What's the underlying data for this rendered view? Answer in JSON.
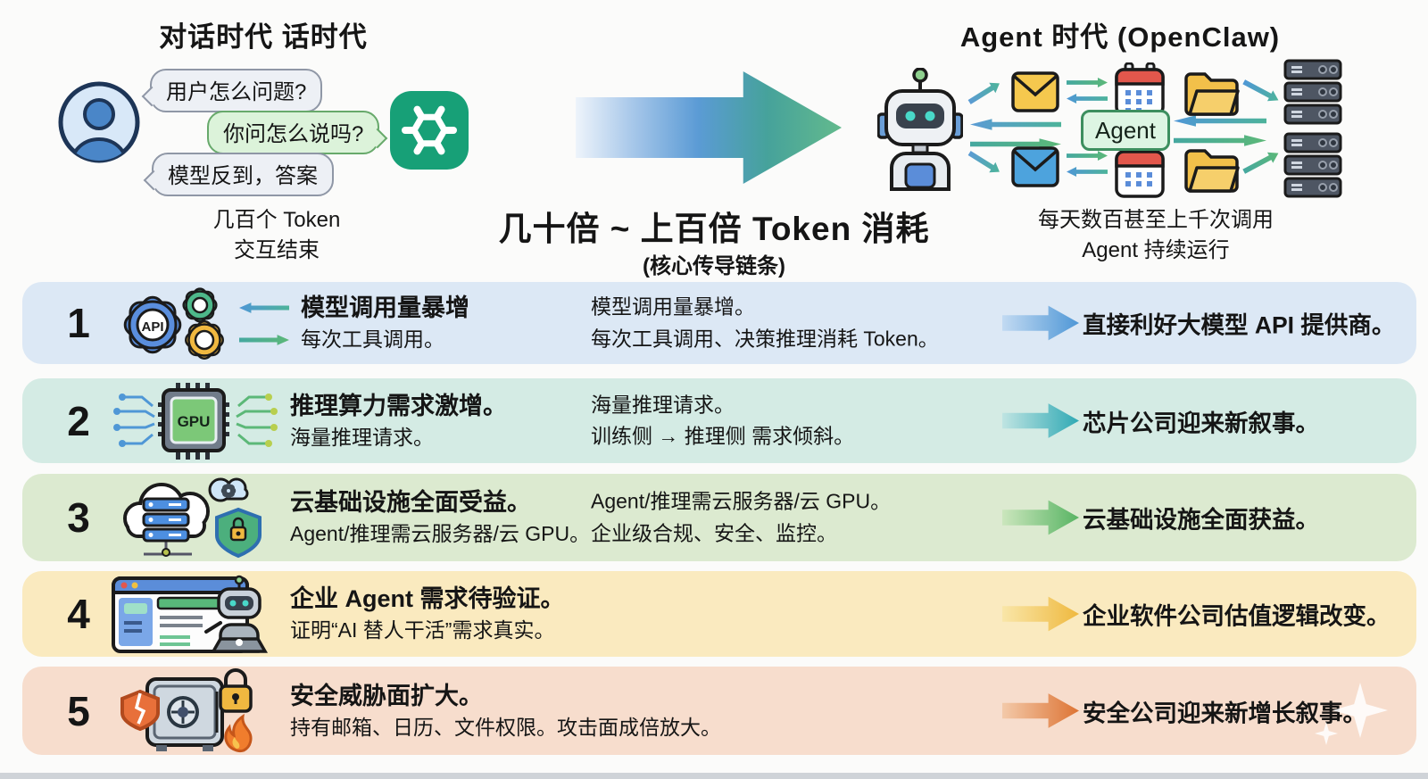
{
  "brand": {
    "chatgpt_green": "#17a077"
  },
  "header": {
    "left_title": "对话时代 话时代",
    "right_title": "Agent 时代 (OpenClaw)",
    "center_heading": "几十倍 ~ 上百倍 Token 消耗",
    "center_subheading": "(核心传导链条)",
    "left_caption": [
      "几百个 Token",
      "交互结束"
    ],
    "right_caption": [
      "每天数百甚至上千次调用",
      "Agent 持续运行"
    ],
    "bubbles": [
      "用户怎么问题?",
      "你问怎么说吗?",
      "模型反到，答案"
    ],
    "agent_label": "Agent"
  },
  "rows": [
    {
      "number": "1",
      "icon": "api-gears-icon",
      "title": "模型调用量暴增",
      "subtitle": "每次工具调用。",
      "details": [
        "模型调用量暴增。",
        "每次工具调用、决策推理消耗 Token。"
      ],
      "conclusion": "直接利好大模型 API 提供商。",
      "colors": {
        "bg": "#dce8f5",
        "arrow_from": "#c2daf2",
        "arrow_to": "#4f97d6"
      }
    },
    {
      "number": "2",
      "icon": "gpu-chip-icon",
      "title": "推理算力需求激增。",
      "subtitle": "海量推理请求。",
      "details": [
        "海量推理请求。",
        "训练侧 → 推理侧 需求倾斜。"
      ],
      "conclusion": "芯片公司迎来新叙事。",
      "colors": {
        "bg": "#d4ebe4",
        "arrow_from": "#bfe4e2",
        "arrow_to": "#2fa9b4"
      }
    },
    {
      "number": "3",
      "icon": "cloud-infra-icon",
      "title": "云基础设施全面受益。",
      "subtitle": "Agent/推理需云服务器/云 GPU。",
      "details": [
        "Agent/推理需云服务器/云 GPU。",
        "企业级合规、安全、监控。"
      ],
      "conclusion": "云基础设施全面获益。",
      "colors": {
        "bg": "#dcead0",
        "arrow_from": "#cbe6bd",
        "arrow_to": "#58b463"
      }
    },
    {
      "number": "4",
      "icon": "browser-robot-icon",
      "title": "企业 Agent 需求待验证。",
      "subtitle": "证明“AI 替人干活”需求真实。",
      "details": [
        "",
        ""
      ],
      "conclusion": "企业软件公司估值逻辑改变。",
      "colors": {
        "bg": "#faeabf",
        "arrow_from": "#f9e6a8",
        "arrow_to": "#efb93f"
      }
    },
    {
      "number": "5",
      "icon": "safe-security-icon",
      "title": "安全威胁面扩大。",
      "subtitle": "持有邮箱、日历、文件权限。攻击面成倍放大。",
      "details": [
        "",
        ""
      ],
      "conclusion": "安全公司迎来新增长叙事。",
      "colors": {
        "bg": "#f7ddcd",
        "arrow_from": "#f3c9a9",
        "arrow_to": "#dd7434"
      }
    }
  ]
}
